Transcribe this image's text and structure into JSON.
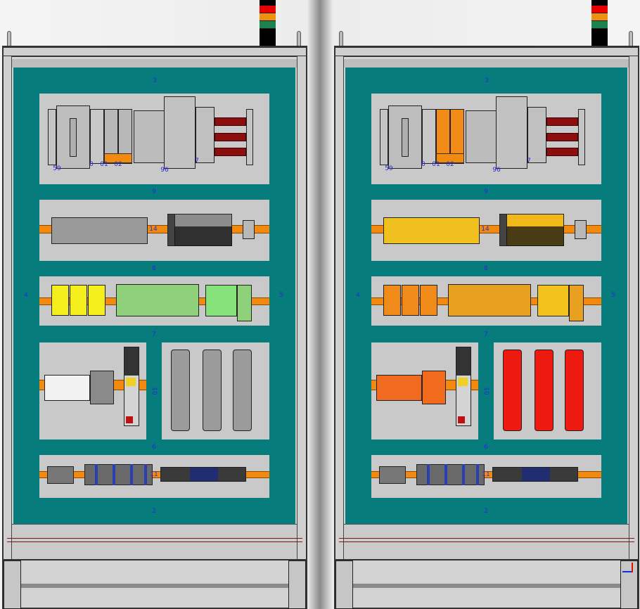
{
  "cabinets": [
    {
      "id": "left",
      "labels": {
        "top_duct": "3",
        "left_duct": "4",
        "right_duct": "5",
        "duct_row1": "9",
        "duct_row2": "8",
        "duct_row3": "7",
        "duct_row4": "6",
        "bottom_duct": "2",
        "vertical_duct": "10",
        "rail_row2": "14",
        "rail_row5": "11",
        "switch": "59",
        "breaker_0": "0",
        "breaker_01": "01",
        "breaker_02": "02",
        "main_box": "96",
        "busbar_terminal": "7"
      },
      "colors": {
        "relays": "#f4ee1c",
        "row2_terminals": "#9a9a9a",
        "io_modules": "#8c8c8c",
        "row3_block": "#8fd07a",
        "row3_module": "#86e27a",
        "breakers": "#f2f2f2",
        "breaker_box": "#8a8a8a",
        "drives": "#9b9b9b",
        "row1_breakers": "#b8b8b8"
      }
    },
    {
      "id": "right",
      "labels": {
        "top_duct": "3",
        "left_duct": "4",
        "right_duct": "5",
        "duct_row1": "9",
        "duct_row2": "8",
        "duct_row3": "7",
        "duct_row4": "6",
        "bottom_duct": "2",
        "vertical_duct": "10",
        "rail_row2": "14",
        "rail_row5": "11",
        "switch": "59",
        "breaker_0": "0",
        "breaker_01": "01",
        "breaker_02": "02",
        "main_box": "96",
        "busbar_terminal": "7"
      },
      "colors": {
        "relays": "#f08a18",
        "row2_terminals": "#f0c020",
        "io_modules": "#f0b818",
        "row3_block": "#e8a020",
        "row3_module": "#f2c21c",
        "breakers": "#f06a20",
        "breaker_box": "#f26a1c",
        "drives": "#ee1a10",
        "row1_breakers": "#f28a18"
      }
    }
  ],
  "signal_tower": {
    "colors": [
      "#e80000",
      "#f09010",
      "#1f8050"
    ]
  },
  "teal": "#067c7c",
  "busbar": "#8a0e0e"
}
